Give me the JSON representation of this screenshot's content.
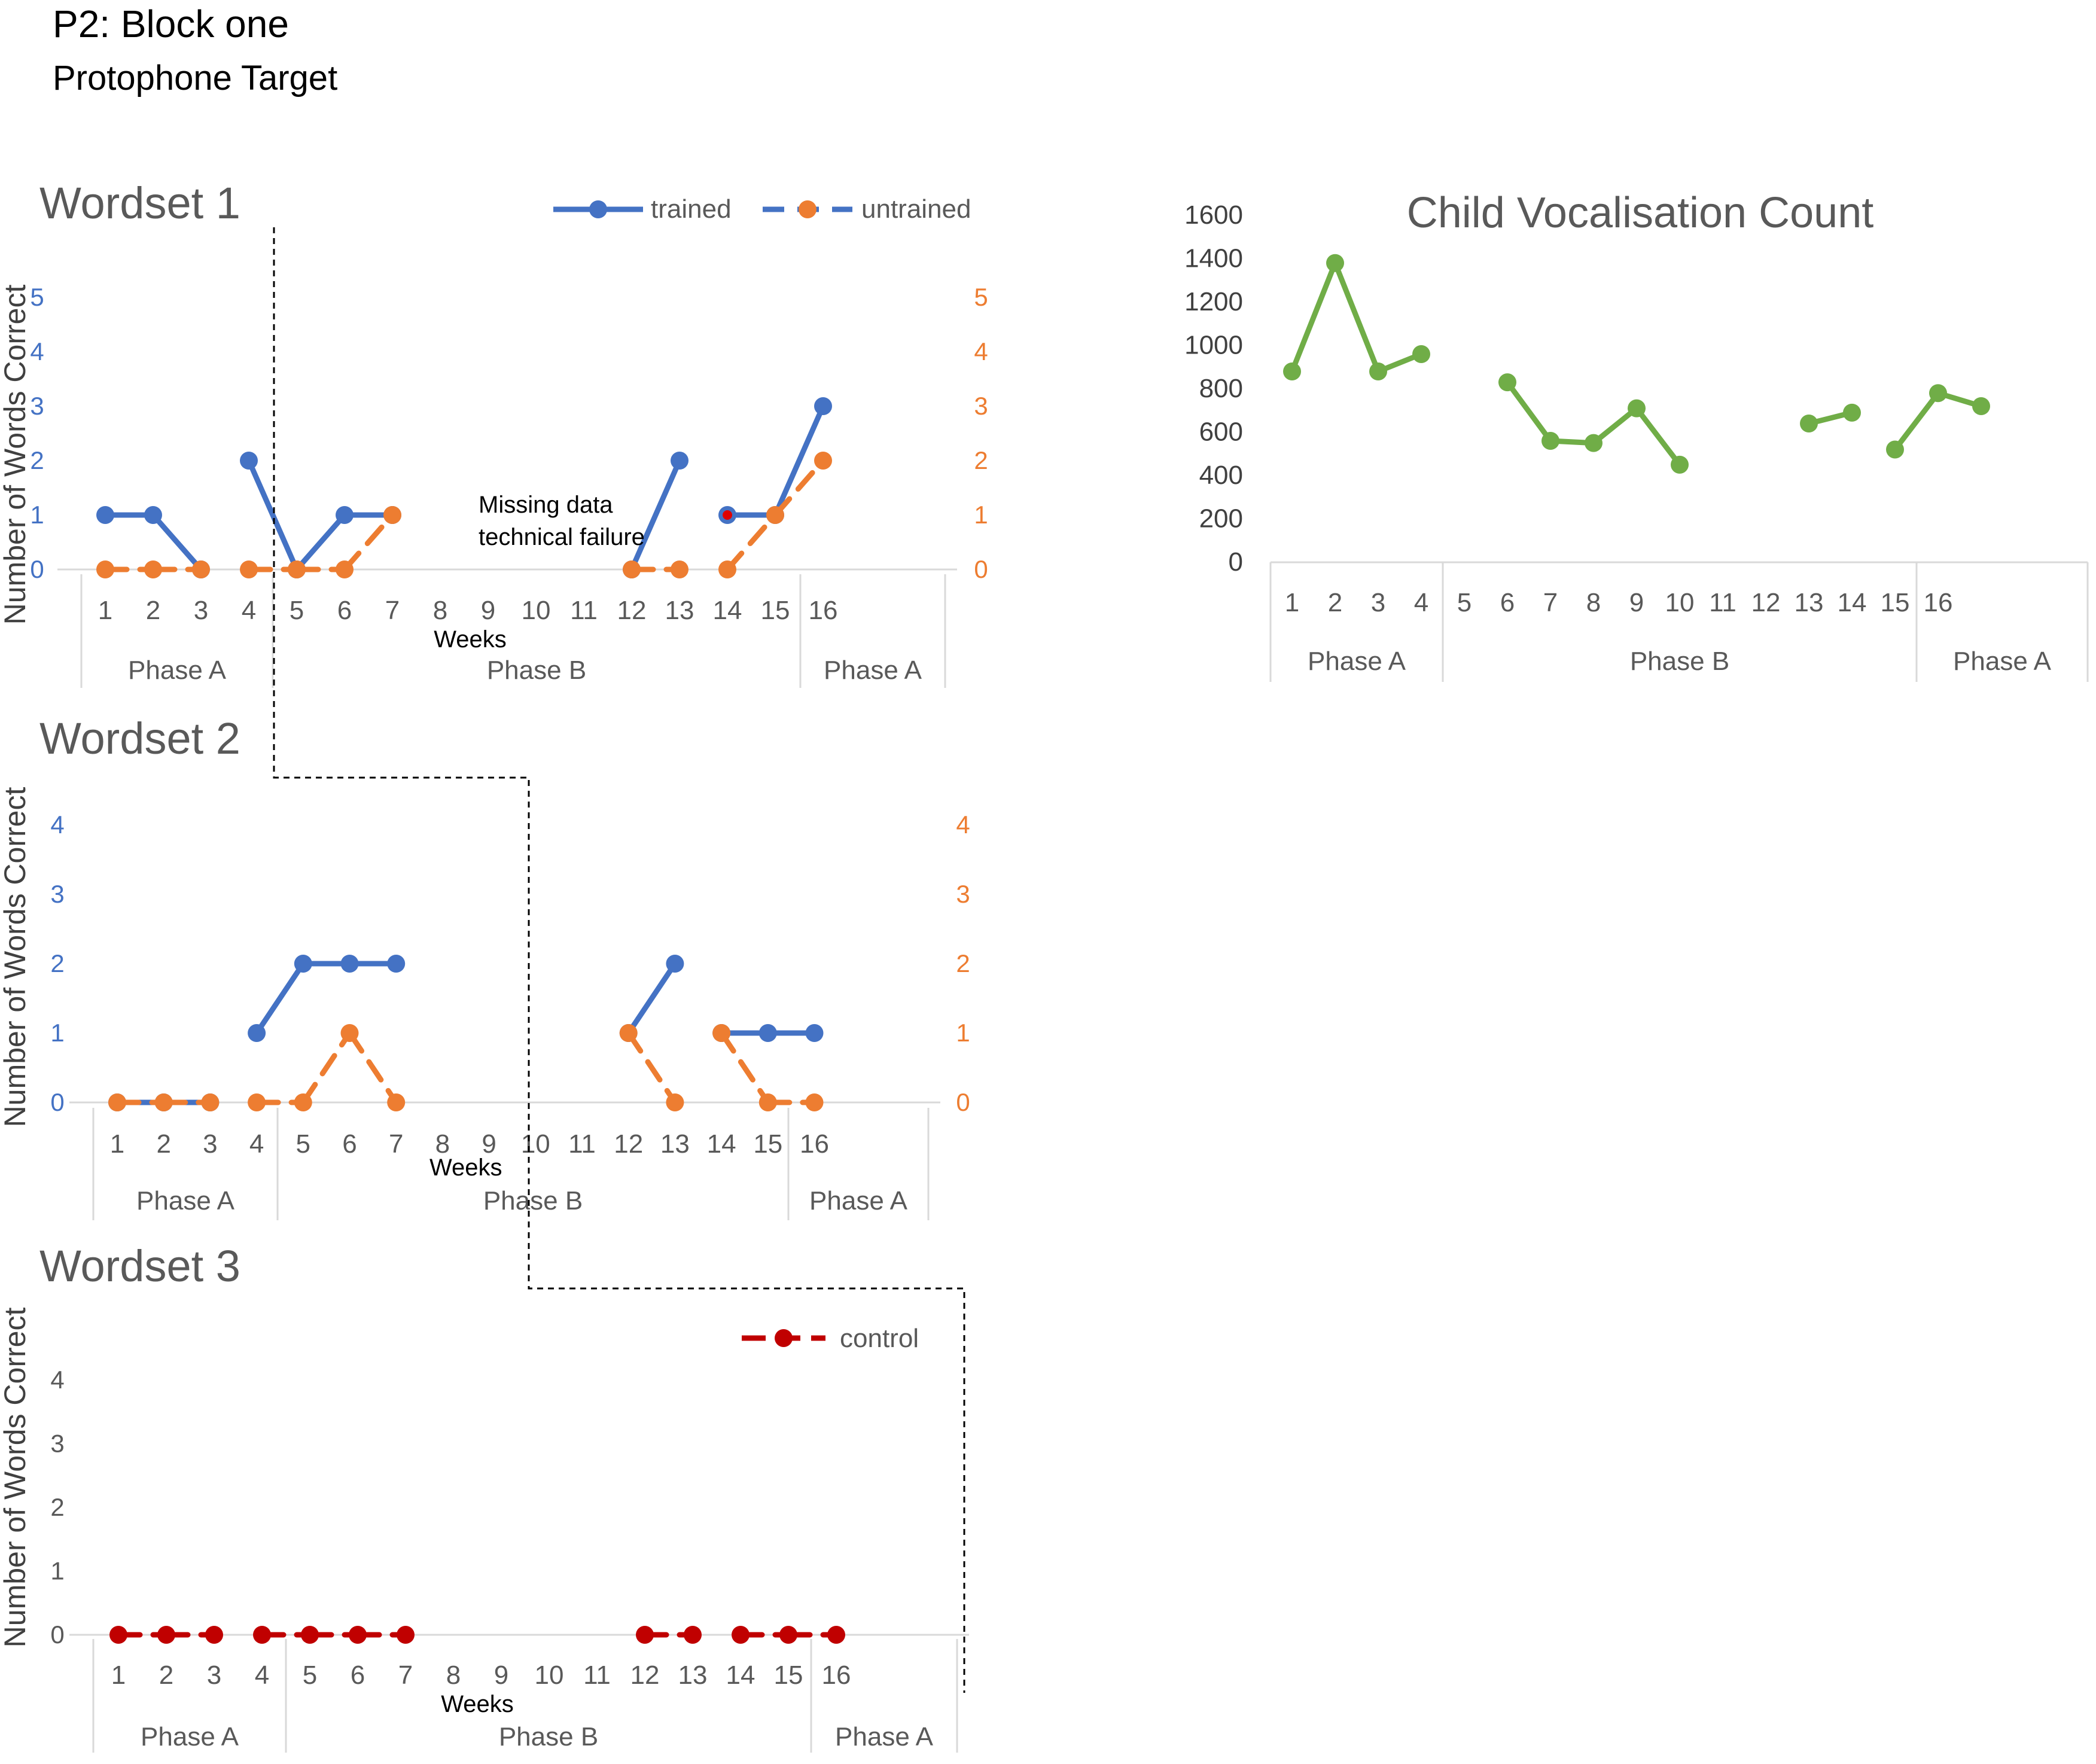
{
  "page": {
    "title": "P2: Block one",
    "subtitle": "Protophone Target"
  },
  "colors": {
    "trained": "#4472C4",
    "untrained": "#ED7D31",
    "control": "#C00000",
    "vocal": "#70AD47",
    "axis": "#595959",
    "grid": "#D9D9D9",
    "missing_marker": "#E00000"
  },
  "chart_data": [
    {
      "id": "wordset1",
      "type": "line",
      "title": "Wordset 1",
      "ylabel": "Number of Words Correct",
      "xlabel": "Weeks",
      "ylim": [
        0,
        5
      ],
      "y_ticks_left": [
        "0",
        "1",
        "2",
        "3",
        "4",
        "5"
      ],
      "y_ticks_right": [
        "0",
        "1",
        "2",
        "3",
        "4",
        "5"
      ],
      "x": [
        "1",
        "2",
        "3",
        "4",
        "5",
        "6",
        "7",
        "8",
        "9",
        "10",
        "11",
        "12",
        "13",
        "14",
        "15",
        "16"
      ],
      "phases": [
        "Phase A",
        "Phase B",
        "Phase A"
      ],
      "annotation": [
        "Missing data",
        "technical failure"
      ],
      "legend": [
        "trained",
        "untrained"
      ],
      "legend_position": "top-right",
      "series": [
        {
          "name": "trained",
          "style": "solid",
          "values": [
            1,
            1,
            0,
            2,
            0,
            1,
            1,
            null,
            null,
            null,
            null,
            0,
            2,
            1,
            1,
            3
          ]
        },
        {
          "name": "untrained",
          "style": "dashed",
          "values": [
            0,
            0,
            0,
            0,
            0,
            0,
            1,
            null,
            null,
            null,
            null,
            0,
            0,
            0,
            1,
            2
          ]
        }
      ]
    },
    {
      "id": "wordset2",
      "type": "line",
      "title": "Wordset 2",
      "ylabel": "Number of Words Correct",
      "xlabel": "Weeks",
      "ylim": [
        0,
        4
      ],
      "y_ticks_left": [
        "0",
        "1",
        "2",
        "3",
        "4"
      ],
      "y_ticks_right": [
        "0",
        "1",
        "2",
        "3",
        "4"
      ],
      "x": [
        "1",
        "2",
        "3",
        "4",
        "5",
        "6",
        "7",
        "8",
        "9",
        "10",
        "11",
        "12",
        "13",
        "14",
        "15",
        "16"
      ],
      "phases": [
        "Phase A",
        "Phase B",
        "Phase A"
      ],
      "series": [
        {
          "name": "trained",
          "style": "solid",
          "values": [
            0,
            0,
            0,
            1,
            2,
            2,
            2,
            null,
            null,
            null,
            null,
            1,
            2,
            1,
            1,
            1
          ]
        },
        {
          "name": "untrained",
          "style": "dashed",
          "values": [
            0,
            0,
            0,
            0,
            0,
            1,
            0,
            null,
            null,
            null,
            null,
            1,
            0,
            1,
            0,
            0
          ]
        }
      ]
    },
    {
      "id": "wordset3",
      "type": "line",
      "title": "Wordset 3",
      "ylabel": "Number of Words Correct",
      "xlabel": "Weeks",
      "ylim": [
        0,
        4
      ],
      "y_ticks_left": [
        "0",
        "1",
        "2",
        "3",
        "4"
      ],
      "x": [
        "1",
        "2",
        "3",
        "4",
        "5",
        "6",
        "7",
        "8",
        "9",
        "10",
        "11",
        "12",
        "13",
        "14",
        "15",
        "16"
      ],
      "phases": [
        "Phase A",
        "Phase B",
        "Phase A"
      ],
      "legend": [
        "control"
      ],
      "legend_position": "top-right",
      "series": [
        {
          "name": "control",
          "style": "dashed",
          "values": [
            0,
            0,
            0,
            0,
            0,
            0,
            0,
            null,
            null,
            null,
            null,
            0,
            0,
            0,
            0,
            0
          ]
        }
      ]
    },
    {
      "id": "vocalisation",
      "type": "line",
      "title": "Child Vocalisation Count",
      "ylim": [
        0,
        1600
      ],
      "y_ticks": [
        "0",
        "200",
        "400",
        "600",
        "800",
        "1000",
        "1200",
        "1400",
        "1600"
      ],
      "x": [
        "1",
        "2",
        "3",
        "4",
        "5",
        "6",
        "7",
        "8",
        "9",
        "10",
        "11",
        "12",
        "13",
        "14",
        "15",
        "16"
      ],
      "phases": [
        "Phase A",
        "Phase B",
        "Phase A"
      ],
      "series": [
        {
          "name": "",
          "style": "solid",
          "values": [
            880,
            1380,
            880,
            960,
            null,
            830,
            560,
            550,
            710,
            450,
            null,
            null,
            640,
            690,
            520,
            780,
            720
          ]
        }
      ]
    }
  ]
}
